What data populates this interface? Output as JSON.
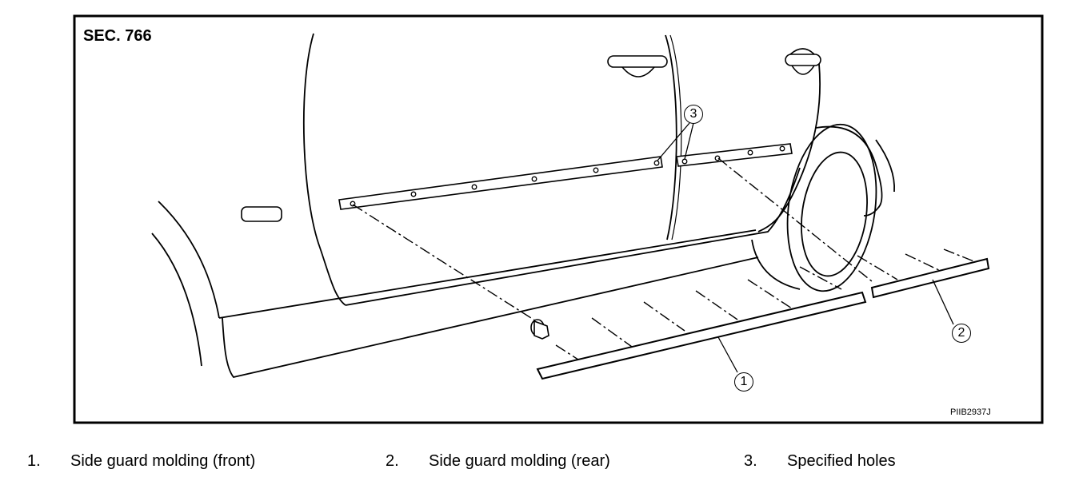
{
  "section_label": "SEC. 766",
  "image_code": "PIIB2937J",
  "callouts": [
    "1",
    "2",
    "3"
  ],
  "legend": [
    {
      "number": "1.",
      "text": "Side guard molding (front)"
    },
    {
      "number": "2.",
      "text": "Side guard molding (rear)"
    },
    {
      "number": "3.",
      "text": "Specified holes"
    }
  ]
}
